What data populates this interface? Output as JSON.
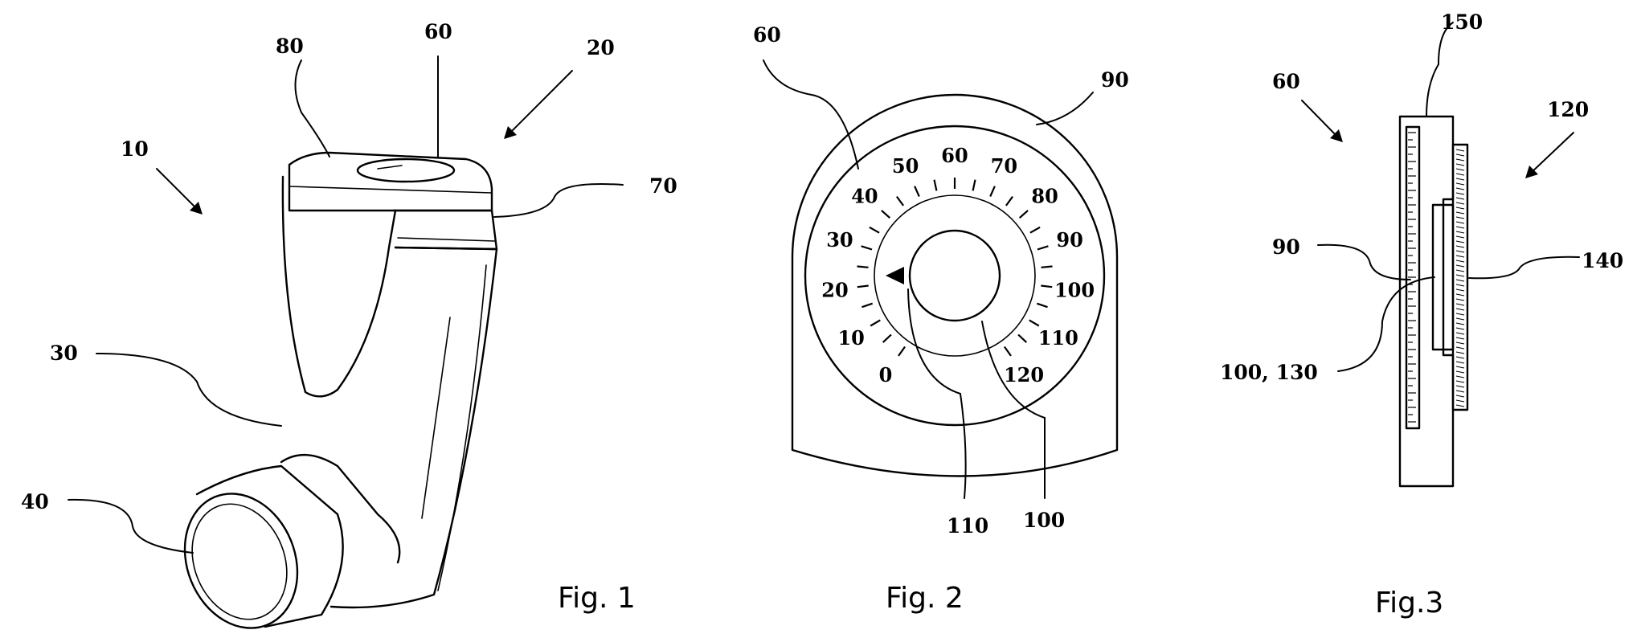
{
  "figures": [
    {
      "id": "fig1",
      "caption": "Fig. 1",
      "references": [
        "10",
        "20",
        "30",
        "40",
        "60",
        "70",
        "80"
      ]
    },
    {
      "id": "fig2",
      "caption": "Fig. 2",
      "references": [
        "60",
        "90",
        "100",
        "110"
      ],
      "dial_scale": [
        "0",
        "10",
        "20",
        "30",
        "40",
        "50",
        "60",
        "70",
        "80",
        "90",
        "100",
        "110",
        "120"
      ]
    },
    {
      "id": "fig3",
      "caption": "Fig.3",
      "references": [
        "60",
        "90",
        "100, 130",
        "120",
        "140",
        "150"
      ]
    }
  ]
}
